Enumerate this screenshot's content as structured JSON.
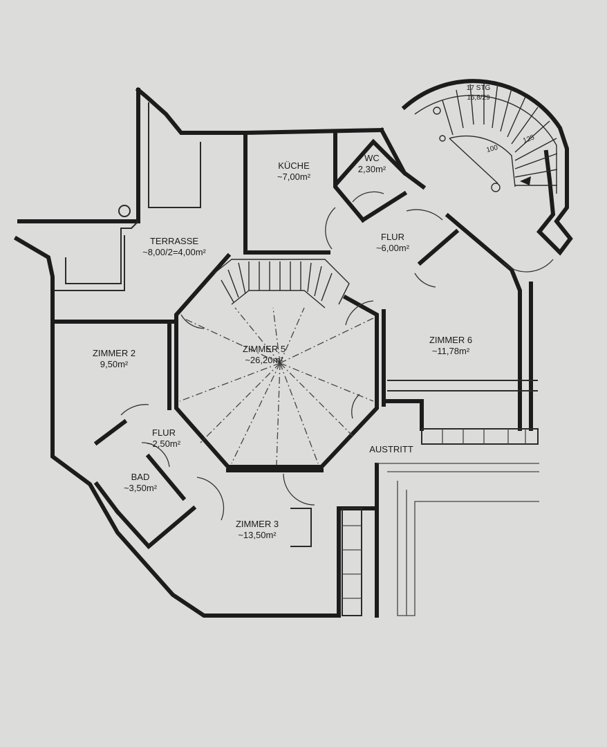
{
  "rooms": {
    "terrasse": {
      "name": "TERRASSE",
      "area": "~8,00/2=4,00m²"
    },
    "kueche": {
      "name": "KÜCHE",
      "area": "~7,00m²"
    },
    "wc": {
      "name": "WC",
      "area": "2,30m²"
    },
    "flur_top": {
      "name": "FLUR",
      "area": "~6,00m²"
    },
    "zimmer2": {
      "name": "ZIMMER 2",
      "area": "9,50m²"
    },
    "zimmer5": {
      "name": "ZIMMER 5",
      "area": "~26,20m²"
    },
    "zimmer6": {
      "name": "ZIMMER 6",
      "area": "~11,78m²"
    },
    "flur_small": {
      "name": "FLUR",
      "area": "~2,50m²"
    },
    "bad": {
      "name": "BAD",
      "area": "~3,50m²"
    },
    "austritt": {
      "name": "AUSTRITT"
    },
    "zimmer3": {
      "name": "ZIMMER 3",
      "area": "~13,50m²"
    }
  },
  "stair": {
    "steps_label": "17 STG",
    "ratio_label": "16,8/29",
    "mark_100": "100",
    "mark_125": "125"
  },
  "colors": {
    "paper": "#dcdcdb",
    "ink": "#1c1c1c"
  }
}
